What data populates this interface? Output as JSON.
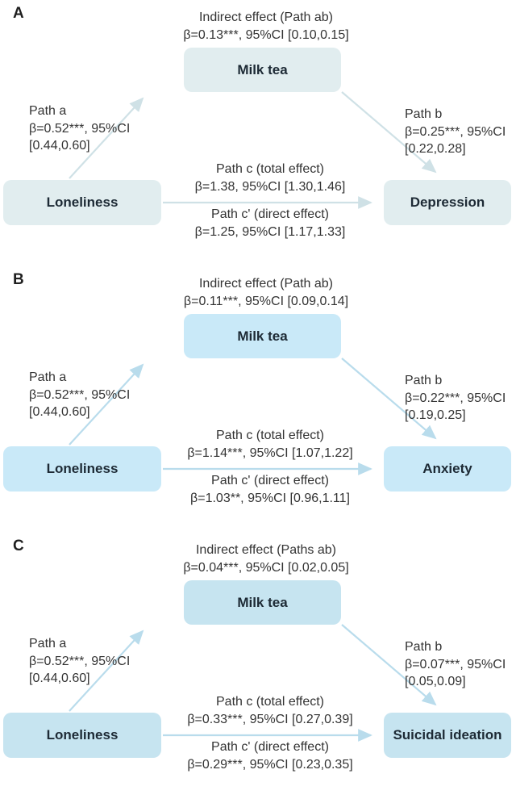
{
  "figure": {
    "background": "#ffffff",
    "panels": [
      {
        "label": "A",
        "indirect": {
          "title": "Indirect effect (Path ab)",
          "stat": "β=0.13***, 95%CI [0.10,0.15]"
        },
        "mediator": "Milk tea",
        "predictor": "Loneliness",
        "outcome": "Depression",
        "path_a": {
          "name": "Path a",
          "stat": "β=0.52***, 95%CI",
          "ci": "[0.44,0.60]"
        },
        "path_b": {
          "name": "Path b",
          "stat": "β=0.25***, 95%CI",
          "ci": "[0.22,0.28]"
        },
        "path_c": {
          "name": "Path c (total effect)",
          "stat": "β=1.38, 95%CI [1.30,1.46]"
        },
        "path_c_prime": {
          "name": "Path c' (direct effect)",
          "stat": "β=1.25, 95%CI [1.17,1.33]"
        },
        "colors": {
          "box_fill": "#e1edef",
          "arrow": "#cfe1e6"
        }
      },
      {
        "label": "B",
        "indirect": {
          "title": "Indirect effect (Path ab)",
          "stat": "β=0.11***, 95%CI [0.09,0.14]"
        },
        "mediator": "Milk tea",
        "predictor": "Loneliness",
        "outcome": "Anxiety",
        "path_a": {
          "name": "Path a",
          "stat": "β=0.52***, 95%CI",
          "ci": "[0.44,0.60]"
        },
        "path_b": {
          "name": "Path b",
          "stat": "β=0.22***, 95%CI",
          "ci": "[0.19,0.25]"
        },
        "path_c": {
          "name": "Path c (total effect)",
          "stat": "β=1.14***, 95%CI [1.07,1.22]"
        },
        "path_c_prime": {
          "name": "Path c' (direct effect)",
          "stat": "β=1.03**, 95%CI [0.96,1.11]"
        },
        "colors": {
          "box_fill": "#c9e9f8",
          "arrow": "#b9dcec"
        }
      },
      {
        "label": "C",
        "indirect": {
          "title": "Indirect effect (Paths ab)",
          "stat": "β=0.04***, 95%CI [0.02,0.05]"
        },
        "mediator": "Milk tea",
        "predictor": "Loneliness",
        "outcome": "Suicidal ideation",
        "path_a": {
          "name": "Path a",
          "stat": "β=0.52***, 95%CI",
          "ci": "[0.44,0.60]"
        },
        "path_b": {
          "name": "Path b",
          "stat": "β=0.07***, 95%CI",
          "ci": "[0.05,0.09]"
        },
        "path_c": {
          "name": "Path c (total effect)",
          "stat": "β=0.33***, 95%CI [0.27,0.39]"
        },
        "path_c_prime": {
          "name": "Path c' (direct effect)",
          "stat": "β=0.29***, 95%CI [0.23,0.35]"
        },
        "colors": {
          "box_fill": "#c6e4f0",
          "arrow": "#b9dcec"
        }
      }
    ]
  }
}
